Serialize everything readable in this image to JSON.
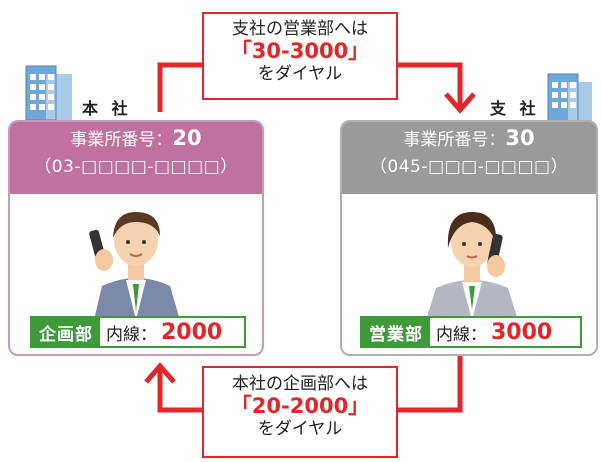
{
  "top_callout": {
    "line1": "支社の営業部へは",
    "number": "「30-3000」",
    "line3": "をダイヤル"
  },
  "bottom_callout": {
    "line1": "本社の企画部へは",
    "number": "「20-2000」",
    "line3": "をダイヤル"
  },
  "head_office": {
    "name": "本 社",
    "code_label": "事業所番号：",
    "code": "20",
    "phone": "（03-□□□□-□□□□）",
    "dept": "企画部",
    "ext_label": "内線：",
    "ext": "2000"
  },
  "branch_office": {
    "name": "支 社",
    "code_label": "事業所番号：",
    "code": "30",
    "phone": "（045-□□□-□□□□）",
    "dept": "営業部",
    "ext_label": "内線：",
    "ext": "3000"
  },
  "colors": {
    "arrow_red": "#e3262a",
    "head_office_header": "#c0719f",
    "branch_header": "#9a9a9a",
    "dept_green": "#3f9a3a",
    "building_blue": "#6fa8d8"
  },
  "icons": [
    "building-icon",
    "businessman-on-phone",
    "businesswoman-on-phone"
  ]
}
